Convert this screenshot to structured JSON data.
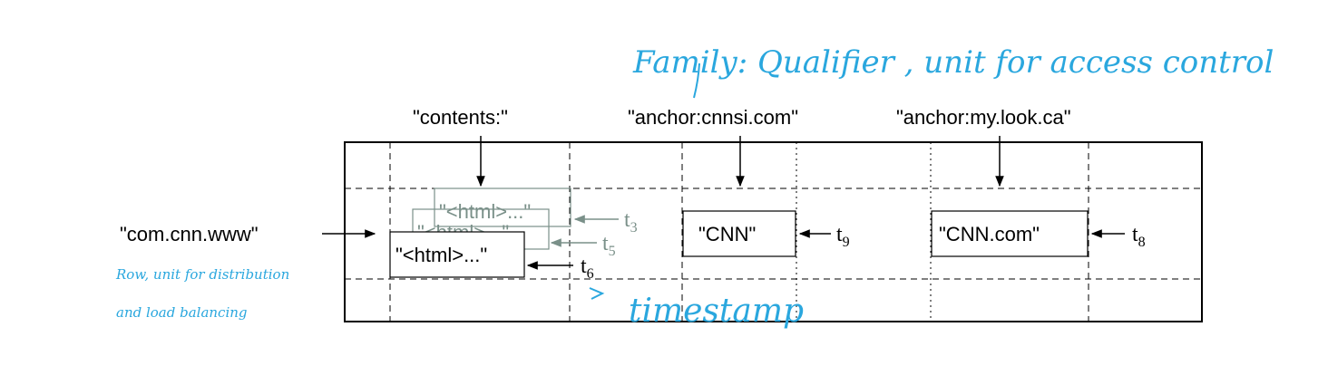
{
  "columns": {
    "contents": "\"contents:\"",
    "anchor_cnnsi": "\"anchor:cnnsi.com\"",
    "anchor_mylook": "\"anchor:my.look.ca\""
  },
  "row_key": "\"com.cnn.www\"",
  "cells": {
    "html_v3": "\"<html>...\"",
    "html_v5": "\"<html>...\"",
    "html_v6": "\"<html>...\"",
    "cnn": "\"CNN\"",
    "cnn_com": "\"CNN.com\""
  },
  "timestamps": {
    "t3": {
      "base": "t",
      "sub": "3"
    },
    "t5": {
      "base": "t",
      "sub": "5"
    },
    "t6": {
      "base": "t",
      "sub": "6"
    },
    "t9": {
      "base": "t",
      "sub": "9"
    },
    "t8": {
      "base": "t",
      "sub": "8"
    }
  },
  "annotations": {
    "family_qualifier": "Family: Qualifier , unit for access control",
    "row_line1": "Row, unit for distribution",
    "row_line2": "and load balancing",
    "timestamp": "timestamp"
  },
  "colors": {
    "ink": "#000000",
    "old_version": "#7a9089",
    "handwriting": "#2aa7de"
  }
}
